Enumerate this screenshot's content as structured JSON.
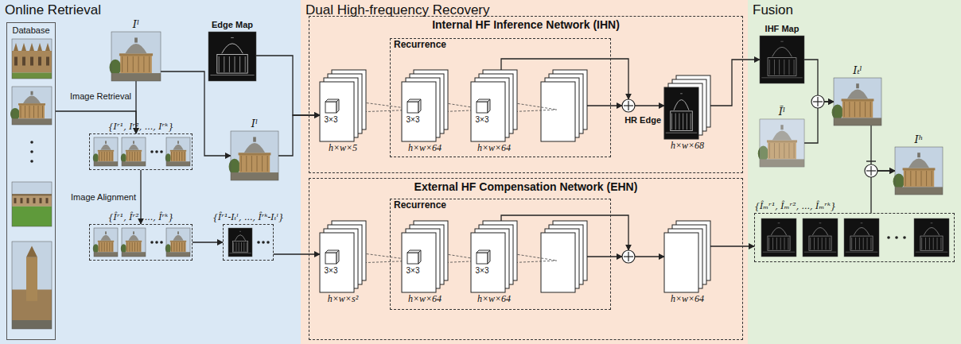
{
  "diagram": {
    "nodes": [
      {
        "text": [
          "Online Retrieval"
        ]
      },
      {
        "text": [
          "Dual High-frequency Recovery"
        ]
      },
      {
        "text": [
          "Fusion"
        ]
      },
      {
        "text": [
          "Database"
        ],
        "in": 0
      },
      {
        "text": [
          "Iˡ"
        ],
        "in": 0
      },
      {
        "text": [
          "Edge Map"
        ],
        "in": 0
      },
      {
        "text": [
          "{Iʳ¹, Iʳ², ..., Iʳᵏ}"
        ],
        "in": 0
      },
      {
        "text": [
          "Iˡ"
        ],
        "in": 0
      },
      {
        "text": [
          "{Îʳ¹, Îʳ², ..., Îʳᵏ}"
        ],
        "in": 0
      },
      {
        "text": [
          "{Îʳ¹-Iₜˡ, ..., Îʳᵏ-Iₜˡ}"
        ],
        "in": 0
      },
      {
        "text": [
          "Internal HF Inference Network (IHN)"
        ],
        "in": 1
      },
      {
        "text": [
          "Recurrence"
        ],
        "in": 10
      },
      {
        "text": [
          "3×3",
          "h×w×5"
        ],
        "in": 10
      },
      {
        "text": [
          "3×3",
          "h×w×64"
        ],
        "in": 11
      },
      {
        "text": [
          "3×3",
          "h×w×64"
        ],
        "in": 11
      },
      {
        "text": [
          "HR Edge",
          "h×w×68"
        ],
        "in": 10
      },
      {
        "text": [
          "External HF Compensation Network (EHN)"
        ],
        "in": 1
      },
      {
        "text": [
          "Recurrence"
        ],
        "in": 16
      },
      {
        "text": [
          "3×3",
          "h×w×s²"
        ],
        "in": 16
      },
      {
        "text": [
          "3×3",
          "h×w×64"
        ],
        "in": 17
      },
      {
        "text": [
          "3×3",
          "h×w×64"
        ],
        "in": 17
      },
      {
        "text": [
          "h×w×64"
        ],
        "in": 16
      },
      {
        "text": [
          "IHF Map"
        ],
        "in": 2
      },
      {
        "text": [
          "Iₜˡ"
        ],
        "in": 2
      },
      {
        "text": [
          "Ĩˡ"
        ],
        "in": 2
      },
      {
        "text": [
          "Iʰ"
        ],
        "in": 2
      },
      {
        "text": [
          "{Îₘʳ¹, Îₘʳ², ..., Îₘʳᵏ}"
        ],
        "in": 2
      }
    ],
    "edges": [
      {
        "from": 3,
        "to": 6,
        "arrow": "to"
      },
      {
        "from": 4,
        "to": 6,
        "label": "Image Retrieval",
        "arrow": "to"
      },
      {
        "from": 4,
        "to": 7,
        "arrow": "to"
      },
      {
        "from": 6,
        "to": 8,
        "label": "Image Alignment",
        "arrow": "to"
      },
      {
        "from": 8,
        "to": 9,
        "arrow": "to"
      },
      {
        "from": 5,
        "to": 12,
        "arrow": "to"
      },
      {
        "from": 7,
        "to": 12,
        "arrow": "to"
      },
      {
        "from": 9,
        "to": 18,
        "arrow": "to"
      },
      {
        "from": 15,
        "to": 22,
        "arrow": "to"
      },
      {
        "from": 22,
        "to": 23,
        "arrow": "to"
      },
      {
        "from": 24,
        "to": 23,
        "arrow": "to"
      },
      {
        "from": 23,
        "to": 25,
        "arrow": "to"
      },
      {
        "from": 26,
        "to": 25,
        "arrow": "to"
      },
      {
        "from": 21,
        "to": 26,
        "arrow": "to"
      }
    ]
  }
}
